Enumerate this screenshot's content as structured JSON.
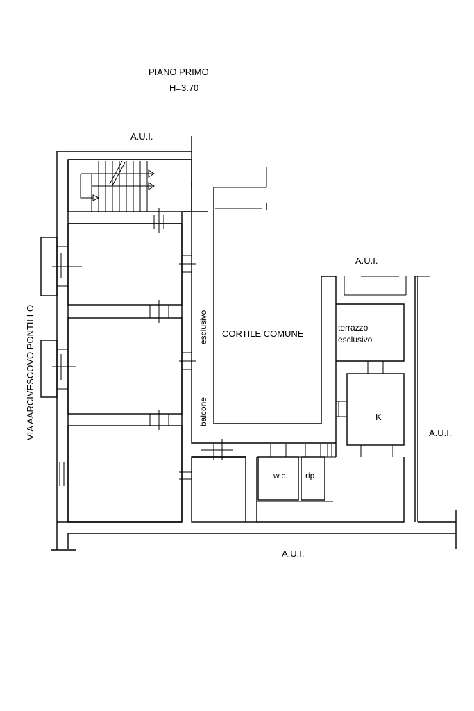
{
  "header": {
    "floor_title": "PIANO PRIMO",
    "height_label": "H=3.70"
  },
  "labels": {
    "aui_top": "A.U.I.",
    "aui_terrace": "A.U.I.",
    "aui_right": "A.U.I.",
    "aui_bottom": "A.U.I.",
    "street": "VIA AARCIVESCOVO PONTILLO",
    "courtyard": "CORTILE COMUNE",
    "balcony_esclusivo": "esclusivo",
    "balcony": "balcone",
    "terrace_line1": "terrazzo",
    "terrace_line2": "esclusivo",
    "kitchen": "K",
    "wc": "w.c.",
    "storage": "rip."
  }
}
